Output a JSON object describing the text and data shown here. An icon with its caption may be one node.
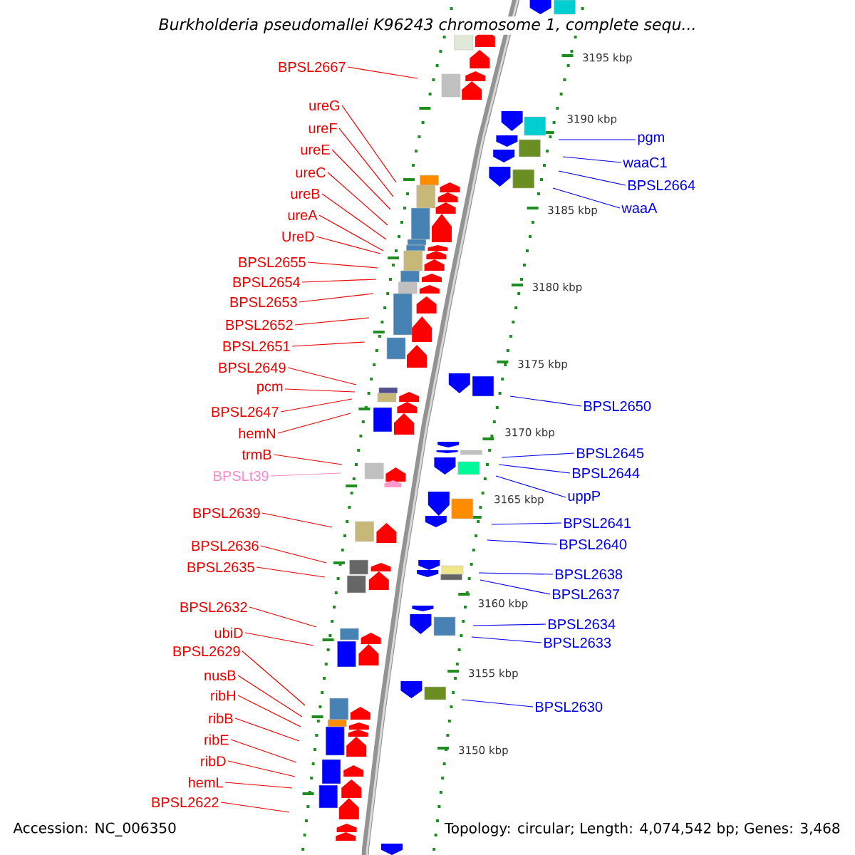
{
  "diagram": {
    "title": "Burkholderia pseudomallei K96243 chromosome 1, complete sequ...",
    "nodes": [
      {
        "text": [
          "BPSL2667"
        ]
      },
      {
        "text": [
          "ureG"
        ]
      },
      {
        "text": [
          "ureF"
        ]
      },
      {
        "text": [
          "ureE"
        ]
      },
      {
        "text": [
          "ureC"
        ]
      },
      {
        "text": [
          "ureB"
        ]
      },
      {
        "text": [
          "ureA"
        ]
      },
      {
        "text": [
          "UreD"
        ]
      },
      {
        "text": [
          "BPSL2655"
        ]
      },
      {
        "text": [
          "BPSL2654"
        ]
      },
      {
        "text": [
          "BPSL2653"
        ]
      },
      {
        "text": [
          "BPSL2652"
        ]
      },
      {
        "text": [
          "BPSL2651"
        ]
      },
      {
        "text": [
          "BPSL2649"
        ]
      },
      {
        "text": [
          "pcm"
        ]
      },
      {
        "text": [
          "BPSL2647"
        ]
      },
      {
        "text": [
          "hemN"
        ]
      },
      {
        "text": [
          "trmB"
        ]
      },
      {
        "text": [
          "BPSLt39"
        ]
      },
      {
        "text": [
          "BPSL2639"
        ]
      },
      {
        "text": [
          "BPSL2636"
        ]
      },
      {
        "text": [
          "BPSL2635"
        ]
      },
      {
        "text": [
          "BPSL2632"
        ]
      },
      {
        "text": [
          "ubiD"
        ]
      },
      {
        "text": [
          "BPSL2629"
        ]
      },
      {
        "text": [
          "nusB"
        ]
      },
      {
        "text": [
          "ribH"
        ]
      },
      {
        "text": [
          "ribB"
        ]
      },
      {
        "text": [
          "ribE"
        ]
      },
      {
        "text": [
          "ribD"
        ]
      },
      {
        "text": [
          "hemL"
        ]
      },
      {
        "text": [
          "BPSL2622"
        ]
      },
      {
        "text": [
          "pgm"
        ]
      },
      {
        "text": [
          "waaC1"
        ]
      },
      {
        "text": [
          "BPSL2664"
        ]
      },
      {
        "text": [
          "waaA"
        ]
      },
      {
        "text": [
          "BPSL2650"
        ]
      },
      {
        "text": [
          "BPSL2645"
        ]
      },
      {
        "text": [
          "BPSL2644"
        ]
      },
      {
        "text": [
          "uppP"
        ]
      },
      {
        "text": [
          "BPSL2641"
        ]
      },
      {
        "text": [
          "BPSL2640"
        ]
      },
      {
        "text": [
          "BPSL2638"
        ]
      },
      {
        "text": [
          "BPSL2637"
        ]
      },
      {
        "text": [
          "BPSL2634"
        ]
      },
      {
        "text": [
          "BPSL2633"
        ]
      },
      {
        "text": [
          "BPSL2630"
        ]
      }
    ],
    "edges": [
      {
        "from": 0,
        "to": null,
        "arrow": "none"
      },
      {
        "from": 1,
        "to": null,
        "arrow": "none"
      },
      {
        "from": 2,
        "to": null,
        "arrow": "none"
      },
      {
        "from": 3,
        "to": null,
        "arrow": "none"
      },
      {
        "from": 4,
        "to": null,
        "arrow": "none"
      },
      {
        "from": 5,
        "to": null,
        "arrow": "none"
      },
      {
        "from": 6,
        "to": null,
        "arrow": "none"
      },
      {
        "from": 7,
        "to": null,
        "arrow": "none"
      },
      {
        "from": 8,
        "to": null,
        "arrow": "none"
      },
      {
        "from": 9,
        "to": null,
        "arrow": "none"
      },
      {
        "from": 10,
        "to": null,
        "arrow": "none"
      },
      {
        "from": 11,
        "to": null,
        "arrow": "none"
      },
      {
        "from": 12,
        "to": null,
        "arrow": "none"
      },
      {
        "from": 13,
        "to": null,
        "arrow": "none"
      },
      {
        "from": 14,
        "to": null,
        "arrow": "none"
      },
      {
        "from": 15,
        "to": null,
        "arrow": "none"
      },
      {
        "from": 16,
        "to": null,
        "arrow": "none"
      },
      {
        "from": 17,
        "to": null,
        "arrow": "none"
      },
      {
        "from": 18,
        "to": null,
        "arrow": "none",
        "color": "#ff88cc"
      },
      {
        "from": 19,
        "to": null,
        "arrow": "none"
      },
      {
        "from": 20,
        "to": null,
        "arrow": "none"
      },
      {
        "from": 21,
        "to": null,
        "arrow": "none"
      },
      {
        "from": 22,
        "to": null,
        "arrow": "none"
      },
      {
        "from": 23,
        "to": null,
        "arrow": "none"
      },
      {
        "from": 24,
        "to": null,
        "arrow": "none"
      },
      {
        "from": 25,
        "to": null,
        "arrow": "none"
      },
      {
        "from": 26,
        "to": null,
        "arrow": "none"
      },
      {
        "from": 27,
        "to": null,
        "arrow": "none"
      },
      {
        "from": 28,
        "to": null,
        "arrow": "none"
      },
      {
        "from": 29,
        "to": null,
        "arrow": "none"
      },
      {
        "from": 30,
        "to": null,
        "arrow": "none"
      },
      {
        "from": 31,
        "to": null,
        "arrow": "none"
      },
      {
        "from": 32,
        "to": null,
        "arrow": "none",
        "color": "#0000ee"
      },
      {
        "from": 33,
        "to": null,
        "arrow": "none",
        "color": "#0000ee"
      },
      {
        "from": 34,
        "to": null,
        "arrow": "none",
        "color": "#0000ee"
      },
      {
        "from": 35,
        "to": null,
        "arrow": "none",
        "color": "#0000ee"
      },
      {
        "from": 36,
        "to": null,
        "arrow": "none",
        "color": "#0000ee"
      },
      {
        "from": 37,
        "to": null,
        "arrow": "none",
        "color": "#0000ee"
      },
      {
        "from": 38,
        "to": null,
        "arrow": "none",
        "color": "#0000ee"
      },
      {
        "from": 39,
        "to": null,
        "arrow": "none",
        "color": "#0000ee"
      },
      {
        "from": 40,
        "to": null,
        "arrow": "none",
        "color": "#0000ee"
      },
      {
        "from": 41,
        "to": null,
        "arrow": "none",
        "color": "#0000ee"
      },
      {
        "from": 42,
        "to": null,
        "arrow": "none",
        "color": "#0000ee"
      },
      {
        "from": 43,
        "to": null,
        "arrow": "none",
        "color": "#0000ee"
      },
      {
        "from": 44,
        "to": null,
        "arrow": "none",
        "color": "#0000ee"
      },
      {
        "from": 45,
        "to": null,
        "arrow": "none",
        "color": "#0000ee"
      },
      {
        "from": 46,
        "to": null,
        "arrow": "none",
        "color": "#0000ee"
      }
    ],
    "labels": [
      "3195 kbp",
      "3190 kbp",
      "3185 kbp",
      "3180 kbp",
      "3175 kbp",
      "3170 kbp",
      "3165 kbp",
      "3160 kbp",
      "3155 kbp",
      "3150 kbp",
      "Accession: NC_006350",
      "Topology: circular; Length: 4,074,542 bp; Genes: 3,468"
    ]
  }
}
